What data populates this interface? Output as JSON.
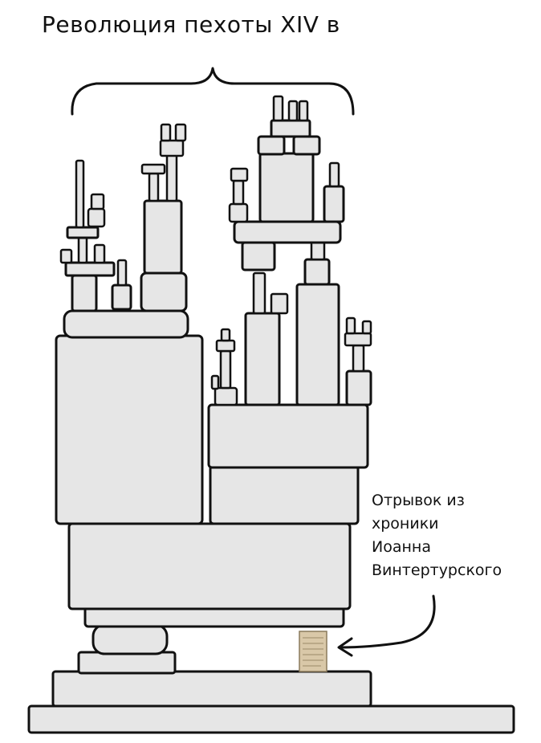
{
  "title": "Революция пехоты XIV в",
  "callout": {
    "lines": [
      "Отрывок из",
      "хроники",
      "Иоанна",
      "Винтертурского"
    ]
  },
  "colors": {
    "block_fill": "#e6e6e6",
    "outline": "#111111",
    "fragment_fill": "#d9c8a8",
    "background": "#ffffff"
  },
  "icons": {
    "brace": "curly-brace-icon",
    "arrow": "curved-arrow-icon",
    "fragment": "manuscript-fragment-icon"
  }
}
